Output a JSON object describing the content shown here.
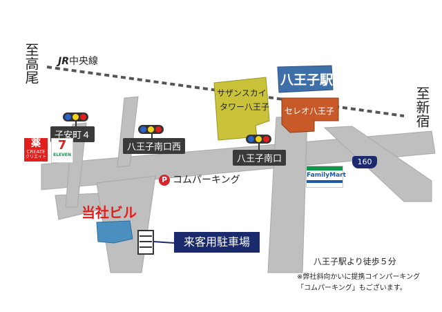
{
  "origin_left": "至高尾",
  "origin_right": "至新宿",
  "rail": {
    "label": "中央線",
    "logo": "JR"
  },
  "station": "八王子駅",
  "buildings": {
    "sazansu_line1": "サザンスカイ",
    "sazansu_line2": "タワー八王子",
    "sereo": "セレオ八王子",
    "office": "当社ビル"
  },
  "intersections": {
    "koyasu": "子安町４",
    "minami_nishi": "八王子南口西",
    "minami": "八王子南口"
  },
  "route": "160",
  "parking": {
    "symbol": "P",
    "label": "コムパーキング"
  },
  "visitor_parking": "来客用駐車場",
  "stores": {
    "familymart": "FamilyMart",
    "create_logo": "薬",
    "create_name": "CREATE",
    "create_sub": "クリエイト",
    "seven": "7",
    "seven_text": "ELEVEN"
  },
  "notes": {
    "walk": "八王子駅より徒歩５分",
    "line1": "※弊社斜向かいに提携コインパーキング",
    "line2": "「コムパーキング」もございます。"
  },
  "colors": {
    "road": "#bfbfbf",
    "station": "#3e6fa8",
    "sazansu": "#c9c23a",
    "sereo": "#c85a2a",
    "office": "#4b8fc0",
    "callout": "#1a2a6c",
    "office_text": "#e0201c",
    "parking": "#d8232a"
  }
}
